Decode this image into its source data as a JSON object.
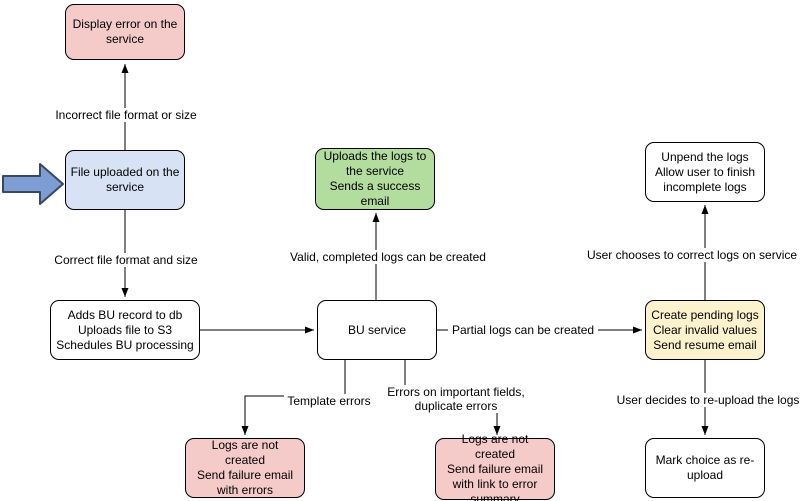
{
  "nodes": {
    "display_error": {
      "text": "Display error on the\nservice",
      "color": "#f5cbc9"
    },
    "file_uploaded": {
      "text": "File uploaded on the\nservice",
      "color": "#d7e3f4"
    },
    "adds_bu_record": {
      "text": "Adds BU record to db\nUploads file to S3\nSchedules BU processing",
      "color": "#ffffff"
    },
    "bu_service": {
      "text": "BU service",
      "color": "#ffffff"
    },
    "uploads_logs": {
      "text": "Uploads the logs to\nthe service\nSends a success\nemail",
      "color": "#b3dc9f"
    },
    "unpend_logs": {
      "text": "Unpend the logs\nAllow user to finish\nincomplete logs",
      "color": "#ffffff"
    },
    "create_pending_logs": {
      "text": "Create pending logs\nClear invalid values\nSend resume email",
      "color": "#fdf2ce"
    },
    "mark_choice": {
      "text": "Mark choice as re-\nupload",
      "color": "#ffffff"
    },
    "logs_not_created_template": {
      "text": "Logs are not created\nSend failure email\nwith errors",
      "color": "#f5cbc9"
    },
    "logs_not_created_fields": {
      "text": "Logs are not created\nSend failure email\nwith link to error\nsummary",
      "color": "#f5cbc9"
    }
  },
  "edge_labels": {
    "incorrect_format": "Incorrect file format or size",
    "correct_format": "Correct file format and size",
    "valid_logs": "Valid, completed logs can be created",
    "partial_logs": "Partial logs can be created",
    "user_corrects": "User chooses to correct logs on service",
    "user_reuploads": "User decides to re-upload the logs",
    "template_errors": "Template errors",
    "field_errors": "Errors on important fields,\nduplicate errors"
  },
  "colors": {
    "node_pink": "#f5cbc9",
    "node_blue": "#d7e3f4",
    "node_green": "#b3dc9f",
    "node_yellow": "#fdf2ce",
    "node_white": "#ffffff",
    "line": "#000000",
    "block_arrow_fill": "#7d9dd4",
    "block_arrow_stroke": "#39485e"
  }
}
